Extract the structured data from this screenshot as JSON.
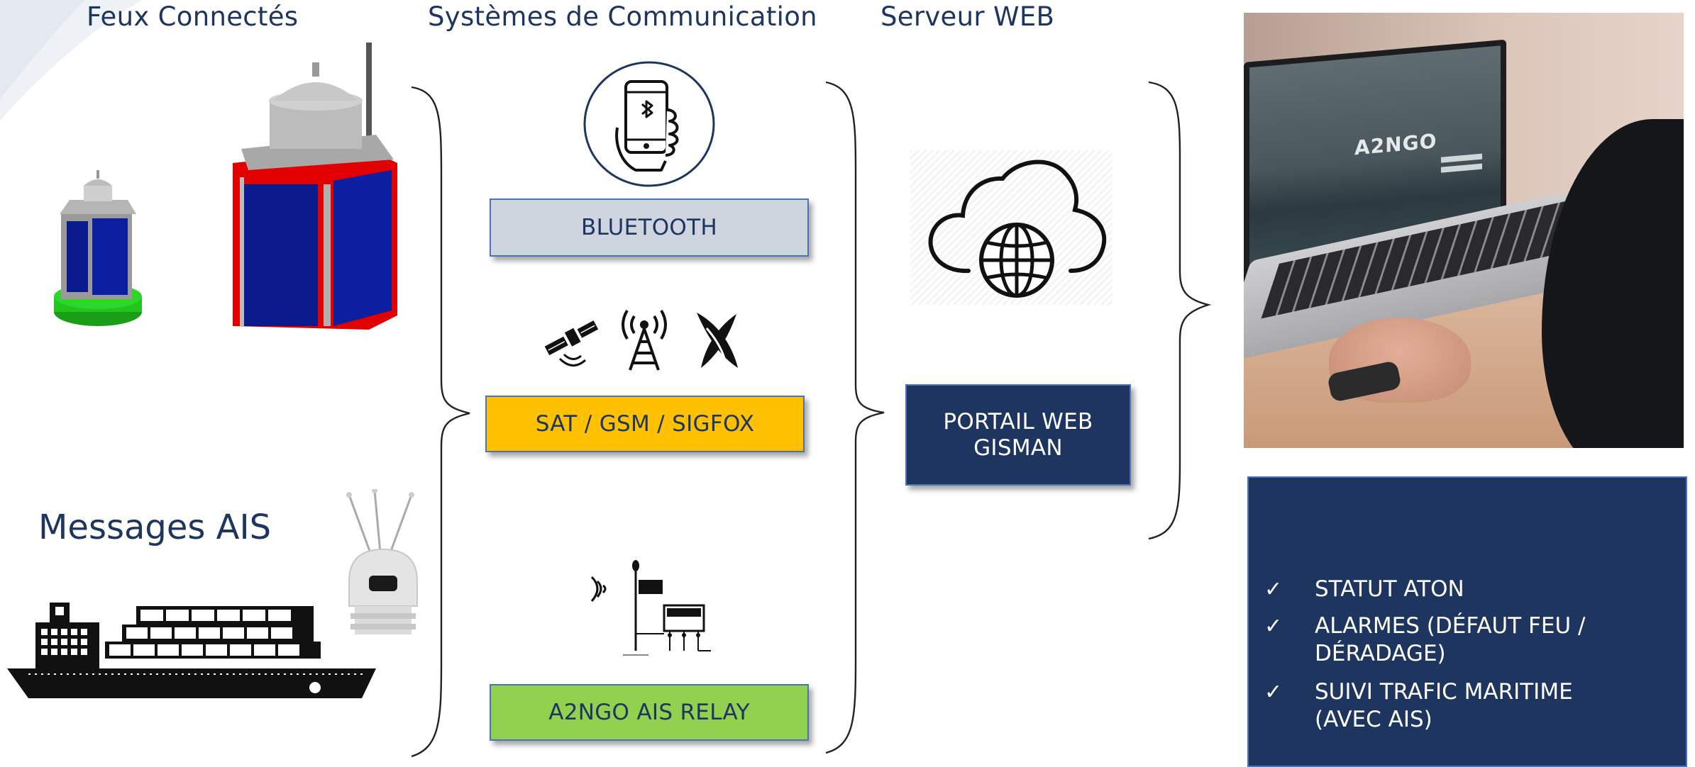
{
  "headers": {
    "lights": "Feux Connectés",
    "comms": "Systèmes de Communication",
    "web": "Serveur WEB"
  },
  "ais_title": "Messages AIS",
  "comm_boxes": {
    "bluetooth": "BLUETOOTH",
    "sat": "SAT / GSM / SIGFOX",
    "relay": "A2NGO AIS RELAY"
  },
  "portal_box": {
    "line1": "PORTAIL WEB",
    "line2": "GISMAN"
  },
  "laptop_brand": "A2NGO",
  "features": [
    {
      "check": "✓",
      "line1": "STATUT ATON",
      "line2": ""
    },
    {
      "check": "✓",
      "line1": "ALARMES (DÉFAUT FEU /",
      "line2": "DÉRADAGE)"
    },
    {
      "check": "✓",
      "line1": "SUIVI TRAFIC MARITIME",
      "line2": "(AVEC AIS)"
    }
  ],
  "colors": {
    "navy": "#1e3560",
    "bluetooth_bg": "#cfd5df",
    "sat_bg": "#ffc000",
    "relay_bg": "#92d050",
    "box_border": "#4a73b8",
    "lantern_red": "#e00000",
    "lantern_blue": "#0a1a8c",
    "base_green": "#22c51e"
  },
  "icons": [
    "smartphone-bluetooth-icon",
    "satellite-icon",
    "cell-tower-icon",
    "sigfox-icon",
    "cloud-globe-icon",
    "ais-relay-icon",
    "ship-icon",
    "ais-antenna-icon",
    "small-lantern-icon",
    "large-lantern-icon",
    "laptop-photo"
  ]
}
